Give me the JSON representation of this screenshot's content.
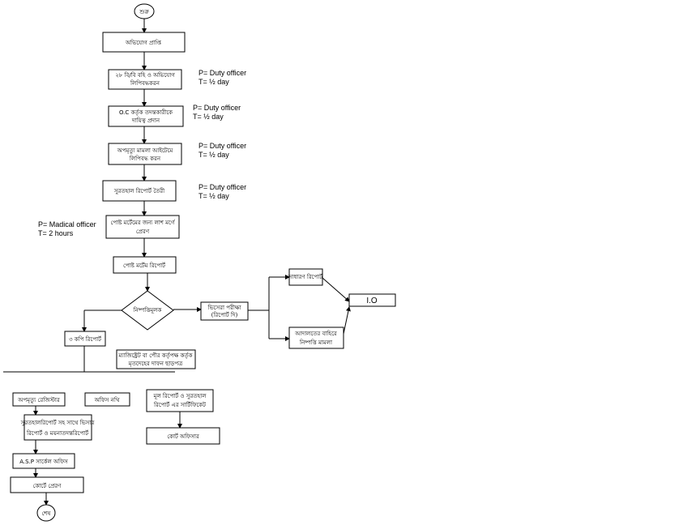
{
  "start": {
    "label": "শুরু"
  },
  "end": {
    "label": "শেষ"
  },
  "nodes": {
    "complaint": {
      "lines": [
        "অভিযোগ প্রাপ্তি"
      ]
    },
    "register": {
      "lines": [
        "২৮ বি/বি বহি ও অভিযোগ",
        "লিপিবদ্ধকরন"
      ]
    },
    "assign": {
      "lines": [
        "O.C কর্তৃক তদন্তকারীকে",
        "দায়িত্ব প্রদান"
      ]
    },
    "record": {
      "lines": [
        "অপমৃত্যু মামলা আইটেমে",
        "লিপিবদ্ধ করন"
      ]
    },
    "inquest": {
      "lines": [
        "সুরতহাল রিপোর্ট তৈরী"
      ]
    },
    "postmortem_send": {
      "lines": [
        "পোষ্ট মর্টেমের জন্য লাশ মর্গে",
        "প্রেরণ"
      ]
    },
    "postmortem_report": {
      "lines": [
        "পোষ্ট মর্টেম রিপোর্ট"
      ]
    },
    "decision": {
      "lines": [
        "নিষ্পত্তিমূলক"
      ]
    },
    "viscera": {
      "lines": [
        "ভিসেরা পরীক্ষা",
        "(রিপোর্ট দি)"
      ]
    },
    "general_report": {
      "lines": [
        "সাধারণ রিপোর্ট"
      ]
    },
    "court_case": {
      "lines": [
        "আদালতের বাহিরে",
        "নিষ্পত্তি মামলা"
      ]
    },
    "io": {
      "lines": [
        "I.O"
      ]
    },
    "copies": {
      "lines": [
        "৩ কপি রিপোর্ট"
      ]
    },
    "burial": {
      "lines": [
        "ম্যাজিষ্ট্রেট বা পৌর কর্তৃপক্ষ কর্তৃক",
        "মৃতদেহের দাফন ছাড়পত্র"
      ]
    },
    "ud_register": {
      "lines": [
        "অপমৃত্যু রেজিস্টার"
      ]
    },
    "office_file": {
      "lines": [
        "অফিস নথি"
      ]
    },
    "original_report": {
      "lines": [
        "মূল রিপোর্ট ও সুরতহাল",
        "রিপোর্ট এর সার্টিফিকেট"
      ]
    },
    "court_officer": {
      "lines": [
        "কোর্ট অফিসার"
      ]
    },
    "combined": {
      "lines": [
        "সুরতহালরিপোর্ট সহ সাথে ভিসার",
        "রিপোর্ট ও ময়নাতদন্তরিপোর্ট"
      ]
    },
    "asp": {
      "lines": [
        "A.S.P সার্কেল অফিস"
      ]
    },
    "court_send": {
      "lines": [
        "কোর্টে প্রেরণ"
      ]
    }
  },
  "annotations": {
    "register": {
      "person": "P= Duty officer",
      "time": "T= ½ day"
    },
    "assign": {
      "person": "P= Duty officer",
      "time": "T= ½ day"
    },
    "record": {
      "person": "P= Duty officer",
      "time": "T= ½ day"
    },
    "inquest": {
      "person": "P= Duty officer",
      "time": "T= ½ day"
    },
    "postmortem_send": {
      "person": "P= Madical officer",
      "time": "T= 2 hours"
    }
  }
}
